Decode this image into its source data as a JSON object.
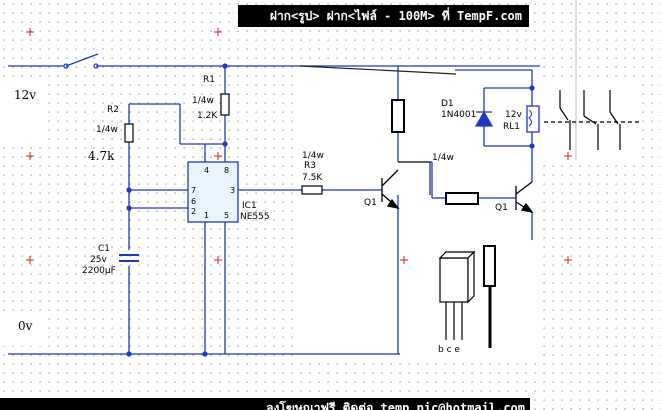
{
  "header": {
    "banner": "ฝาก<รูป> ฝาก<ไฟล์ - 100M> ที่ TempF.com"
  },
  "footer": {
    "banner": "ลงโฆษณาฟรี ติดต่อ temp_pic@hotmail.com"
  },
  "rails": {
    "supply": "12v",
    "ground": "0v"
  },
  "components": {
    "r1": {
      "name": "R1",
      "rating": "1/4w",
      "value": "1.2K"
    },
    "r2": {
      "name": "R2",
      "rating": "1/4w",
      "value": "4.7k"
    },
    "r3": {
      "name": "R3",
      "rating": "1/4w",
      "value": "7.5K"
    },
    "c1": {
      "name": "C1",
      "voltage": "25v",
      "value": "2200μF"
    },
    "ic1": {
      "name": "IC1",
      "part": "NE555",
      "pins": [
        "4",
        "8",
        "7",
        "6",
        "3",
        "2",
        "1",
        "5"
      ]
    },
    "q1a": {
      "name": "Q1"
    },
    "q1b": {
      "name": "Q1"
    },
    "d1": {
      "name": "D1",
      "part": "1N4001"
    },
    "rl1": {
      "name": "RL1",
      "voltage": "12v"
    },
    "extra": {
      "rating": "1/4w",
      "pinout": "b c e"
    }
  }
}
